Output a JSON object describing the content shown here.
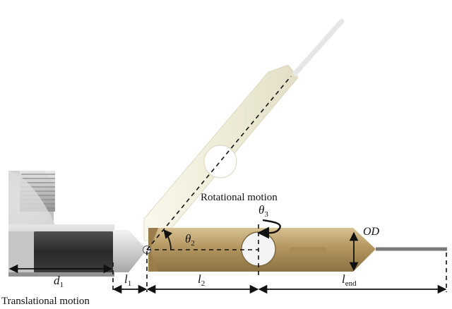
{
  "labels": {
    "rotational_motion": "Rotational motion",
    "translational_motion": "Translational motion",
    "theta2": {
      "main": "θ",
      "sub": "2"
    },
    "theta3": {
      "main": "θ",
      "sub": "3"
    },
    "od": "OD",
    "d1": {
      "main": "d",
      "sub": "1"
    },
    "l1": {
      "main": "l",
      "sub": "1"
    },
    "l2": {
      "main": "l",
      "sub": "2"
    },
    "lend": {
      "main": "l",
      "sub": "end"
    }
  },
  "colors": {
    "rotated_segment": "#f1eedc",
    "horizontal_segment": "#b1955f",
    "collar": "#2e2e2e",
    "metal": "#c9c9c9",
    "dimension_line": "#111111"
  }
}
